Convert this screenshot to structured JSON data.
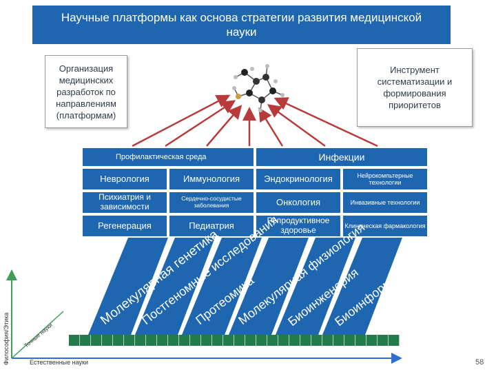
{
  "title": "Научные платформы как основа стратегии развития медицинской науки",
  "left_box": "Организация медицинских разработок по направлениям (платформам)",
  "right_box": "Инструмент систематизации и формирования приоритетов",
  "table": {
    "header_left": "Профилактическая среда",
    "header_right": "Инфекции",
    "rows": [
      [
        "Неврология",
        "Иммунология",
        "Эндокринология",
        "Нейрокомпьтерные технологии"
      ],
      [
        "Психиатрия и зависимости",
        "Сердечно-сосудистые заболевания",
        "Онкология",
        "Инвазивные технологии"
      ],
      [
        "Регенерация",
        "Педиатрия",
        "Репродуктивное здоровье",
        "Клиническая фармакология"
      ]
    ]
  },
  "pillars": [
    "Молекулярная генетика",
    "Постгеномные исследования",
    "Протеомика",
    "Молекулярная физиология",
    "Биоинженерия",
    "Биоинформатика"
  ],
  "axis": {
    "vertical": "Философия/Этика",
    "diagonal": "Точные науки",
    "horizontal": "Естественные науки"
  },
  "page_number": "58",
  "colors": {
    "primary_blue": "#1f66b0",
    "arrow_red": "#b83a3a",
    "axis_green": "#3f9d5a",
    "axis_blue": "#2f6fd0",
    "strip_green": "#237a4a"
  }
}
